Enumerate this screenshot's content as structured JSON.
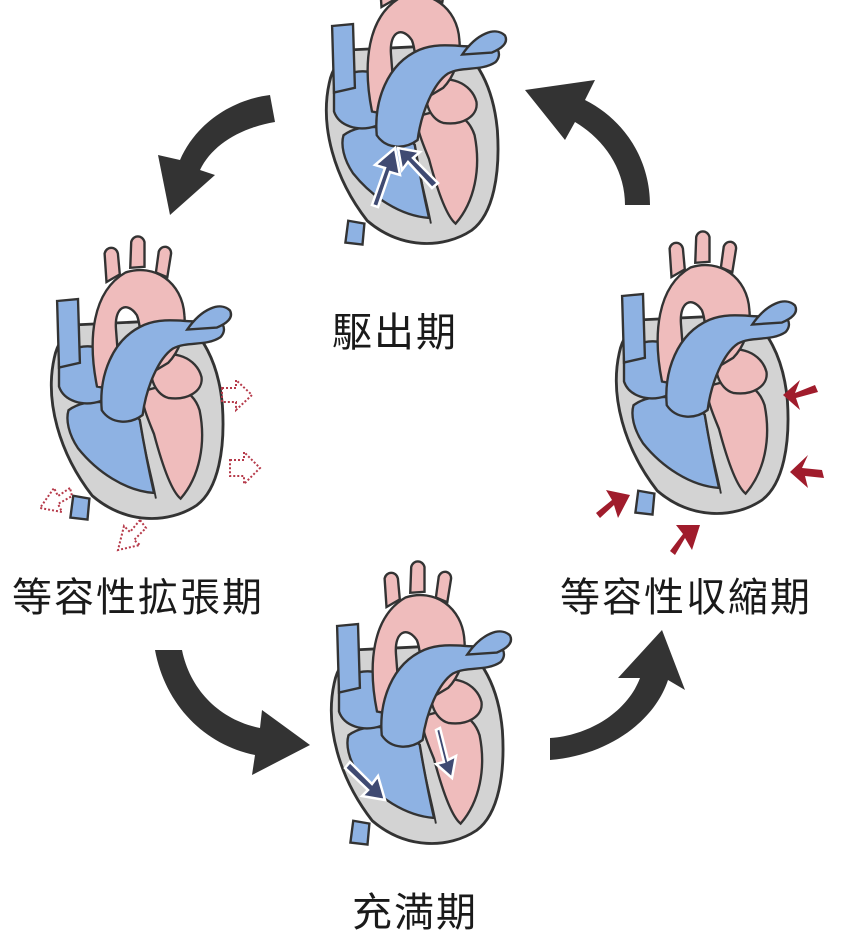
{
  "phases": {
    "top": "駆出期",
    "left": "等容性拡張期",
    "right": "等容性収縮期",
    "bottom": "充満期"
  },
  "colors": {
    "right_heart_blue": "#8eb2e3",
    "left_heart_pink": "#efbcbc",
    "wall_gray": "#d3d3d3",
    "outline": "#333333",
    "cycle_arrow": "#333333",
    "flow_arrow": "#3f4a72",
    "contraction_arrow": "#a01c2c",
    "relaxation_arrow_outline": "#b63a4a"
  },
  "icons": {
    "cycle": "curved-arrow-icon",
    "flow": "blood-flow-arrow-icon",
    "contraction": "solid-red-arrow-icon",
    "relaxation": "dotted-outline-arrow-icon"
  }
}
